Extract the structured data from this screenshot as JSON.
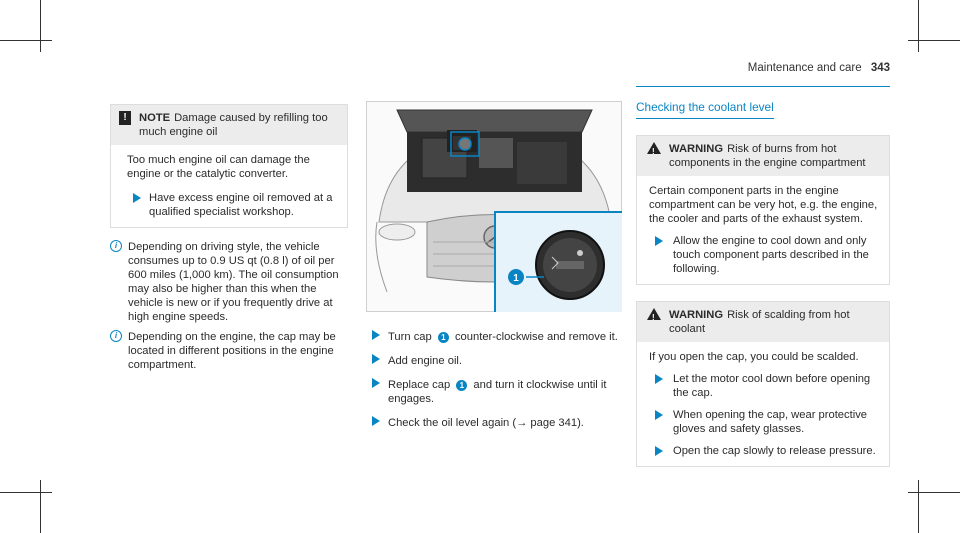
{
  "header": {
    "section": "Maintenance and care",
    "page_number": "343"
  },
  "note": {
    "badge": "!",
    "tag": "NOTE",
    "title": "Damage caused by refilling too much engine oil",
    "body": "Too much engine oil can damage the engine or the catalytic converter.",
    "step": "Have excess engine oil removed at a qualified specialist workshop."
  },
  "info_items": [
    "Depending on driving style, the vehicle consumes up to 0.9 US qt (0.8 l) of oil per 600 miles (1,000 km). The oil consumption may also be higher than this when the vehicle is new or if you frequently drive at high engine speeds.",
    "Depending on the engine, the cap may be located in different positions in the engine compartment."
  ],
  "figure": {
    "callout": "1"
  },
  "steps": [
    {
      "pre": "Turn cap",
      "callout": "1",
      "post": "counter-clockwise and remove it."
    },
    {
      "pre": "Add engine oil.",
      "callout": "",
      "post": ""
    },
    {
      "pre": "Replace cap",
      "callout": "1",
      "post": "and turn it clockwise until it engages."
    },
    {
      "pre": "Check the oil level again (",
      "callout": "",
      "post": "→ page 341)."
    }
  ],
  "coolant": {
    "title": "Checking the coolant level",
    "warning1": {
      "tag": "WARNING",
      "title": "Risk of burns from hot components in the engine compartment",
      "body": "Certain component parts in the engine compartment can be very hot, e.g. the engine, the cooler and parts of the exhaust system.",
      "steps": [
        "Allow the engine to cool down and only touch component parts described in the following."
      ]
    },
    "warning2": {
      "tag": "WARNING",
      "title": "Risk of scalding from hot coolant",
      "body": "If you open the cap, you could be scalded.",
      "steps": [
        "Let the motor cool down before opening the cap.",
        "When opening the cap, wear protective gloves and safety glasses.",
        "Open the cap slowly to release pressure."
      ]
    }
  },
  "colors": {
    "accent": "#0a85c4",
    "box_head": "#ececec"
  }
}
